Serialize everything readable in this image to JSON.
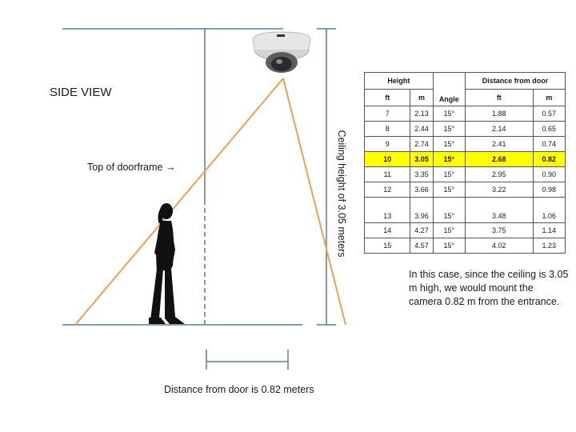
{
  "diagram": {
    "side_view_label": "SIDE VIEW",
    "doorframe_label": "Top of doorframe →",
    "ceiling_label": "Ceiling height of 3.05 meters",
    "distance_label": "Distance from door is 0.82 meters",
    "note": "In this case, since the ceiling is 3.05 m high, we would mount the camera 0.82 m from the entrance.",
    "beam_color": "#f0a050",
    "line_color": "#5b7c94",
    "highlight_color": "#ffff00"
  },
  "table": {
    "header": {
      "height": "Height",
      "distance": "Distance from door",
      "ft": "ft",
      "m": "m",
      "angle": "Angle"
    },
    "rows": [
      {
        "ft": "7",
        "m": "2.13",
        "angle": "15°",
        "dft": "1.88",
        "dm": "0.57"
      },
      {
        "ft": "8",
        "m": "2.44",
        "angle": "15°",
        "dft": "2.14",
        "dm": "0.65"
      },
      {
        "ft": "9",
        "m": "2.74",
        "angle": "15°",
        "dft": "2.41",
        "dm": "0.74"
      },
      {
        "ft": "10",
        "m": "3.05",
        "angle": "15°",
        "dft": "2.68",
        "dm": "0.82"
      },
      {
        "ft": "11",
        "m": "3.35",
        "angle": "15°",
        "dft": "2.95",
        "dm": "0.90"
      },
      {
        "ft": "12",
        "m": "3.66",
        "angle": "15°",
        "dft": "3.22",
        "dm": "0.98"
      },
      {
        "ft": "13",
        "m": "3.96",
        "angle": "15°",
        "dft": "3.48",
        "dm": "1.06"
      },
      {
        "ft": "14",
        "m": "4.27",
        "angle": "15°",
        "dft": "3.75",
        "dm": "1.14"
      },
      {
        "ft": "15",
        "m": "4.57",
        "angle": "15°",
        "dft": "4.02",
        "dm": "1.23"
      }
    ]
  }
}
